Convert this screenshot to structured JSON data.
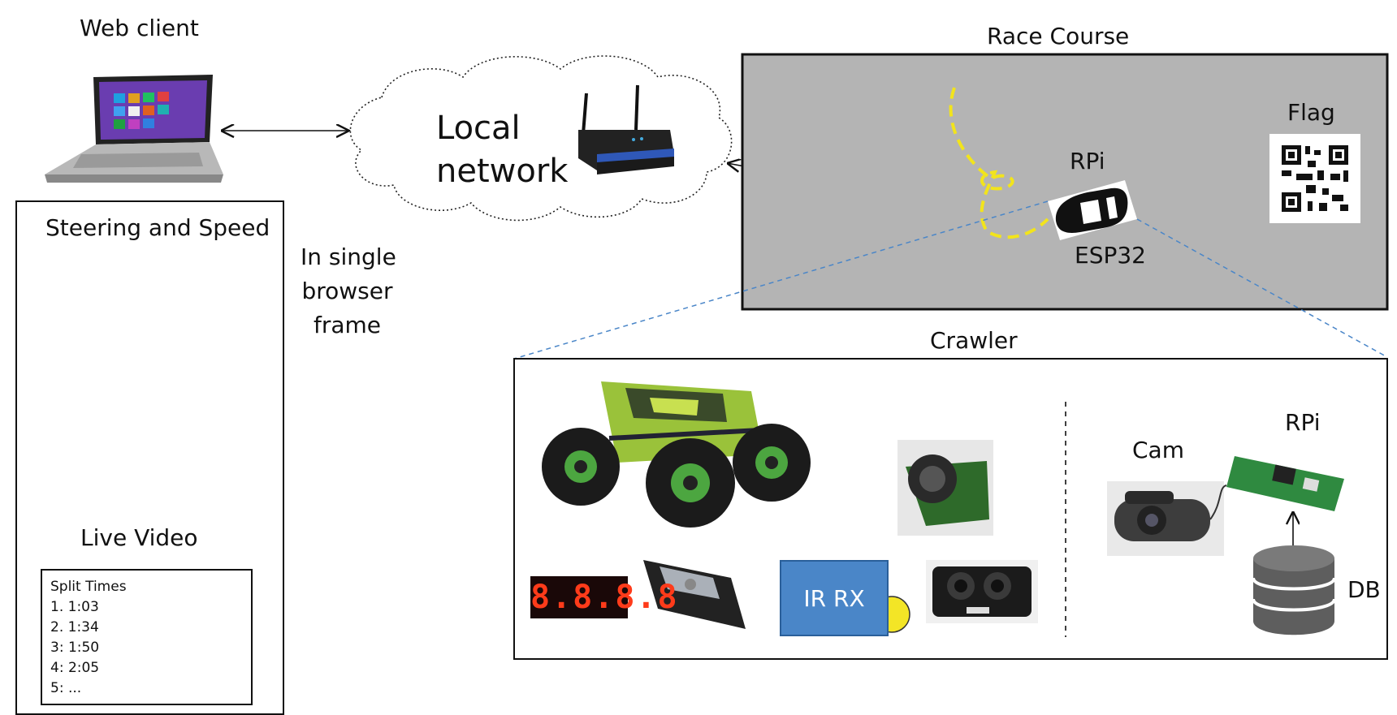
{
  "web_client": {
    "title": "Web client",
    "panel": {
      "steering_label": "Steering and Speed",
      "video_label": "Live Video",
      "split_times": {
        "title": "Split Times",
        "entries": [
          "1. 1:03",
          "2. 1:34",
          "3: 1:50",
          "4: 2:05",
          "5: ..."
        ]
      }
    },
    "frame_note": [
      "In single",
      "browser",
      "frame"
    ]
  },
  "network": {
    "label_line1": "Local",
    "label_line2": "network"
  },
  "race_course": {
    "title": "Race Course",
    "flag_label": "Flag",
    "car_top_label": "RPi",
    "car_bottom_label": "ESP32",
    "track_color": "#f2e41c",
    "field_color": "#b4b4b4"
  },
  "crawler": {
    "title": "Crawler",
    "ir_label": "IR RX",
    "display_text": "8.8.8.8",
    "cam_label": "Cam",
    "rpi_label": "RPi",
    "db_label": "DB"
  },
  "colors": {
    "arrow_blue": "#4a86c8",
    "dashed_blue": "#4a86c8"
  },
  "icons": [
    "laptop-icon",
    "router-icon",
    "car-icon",
    "qr-code-icon",
    "crawler-truck-image",
    "ultrasonic-sensor-image",
    "esp32-board-image",
    "lidar-sensor-image",
    "webcam-image",
    "raspberry-pi-image",
    "database-icon"
  ]
}
